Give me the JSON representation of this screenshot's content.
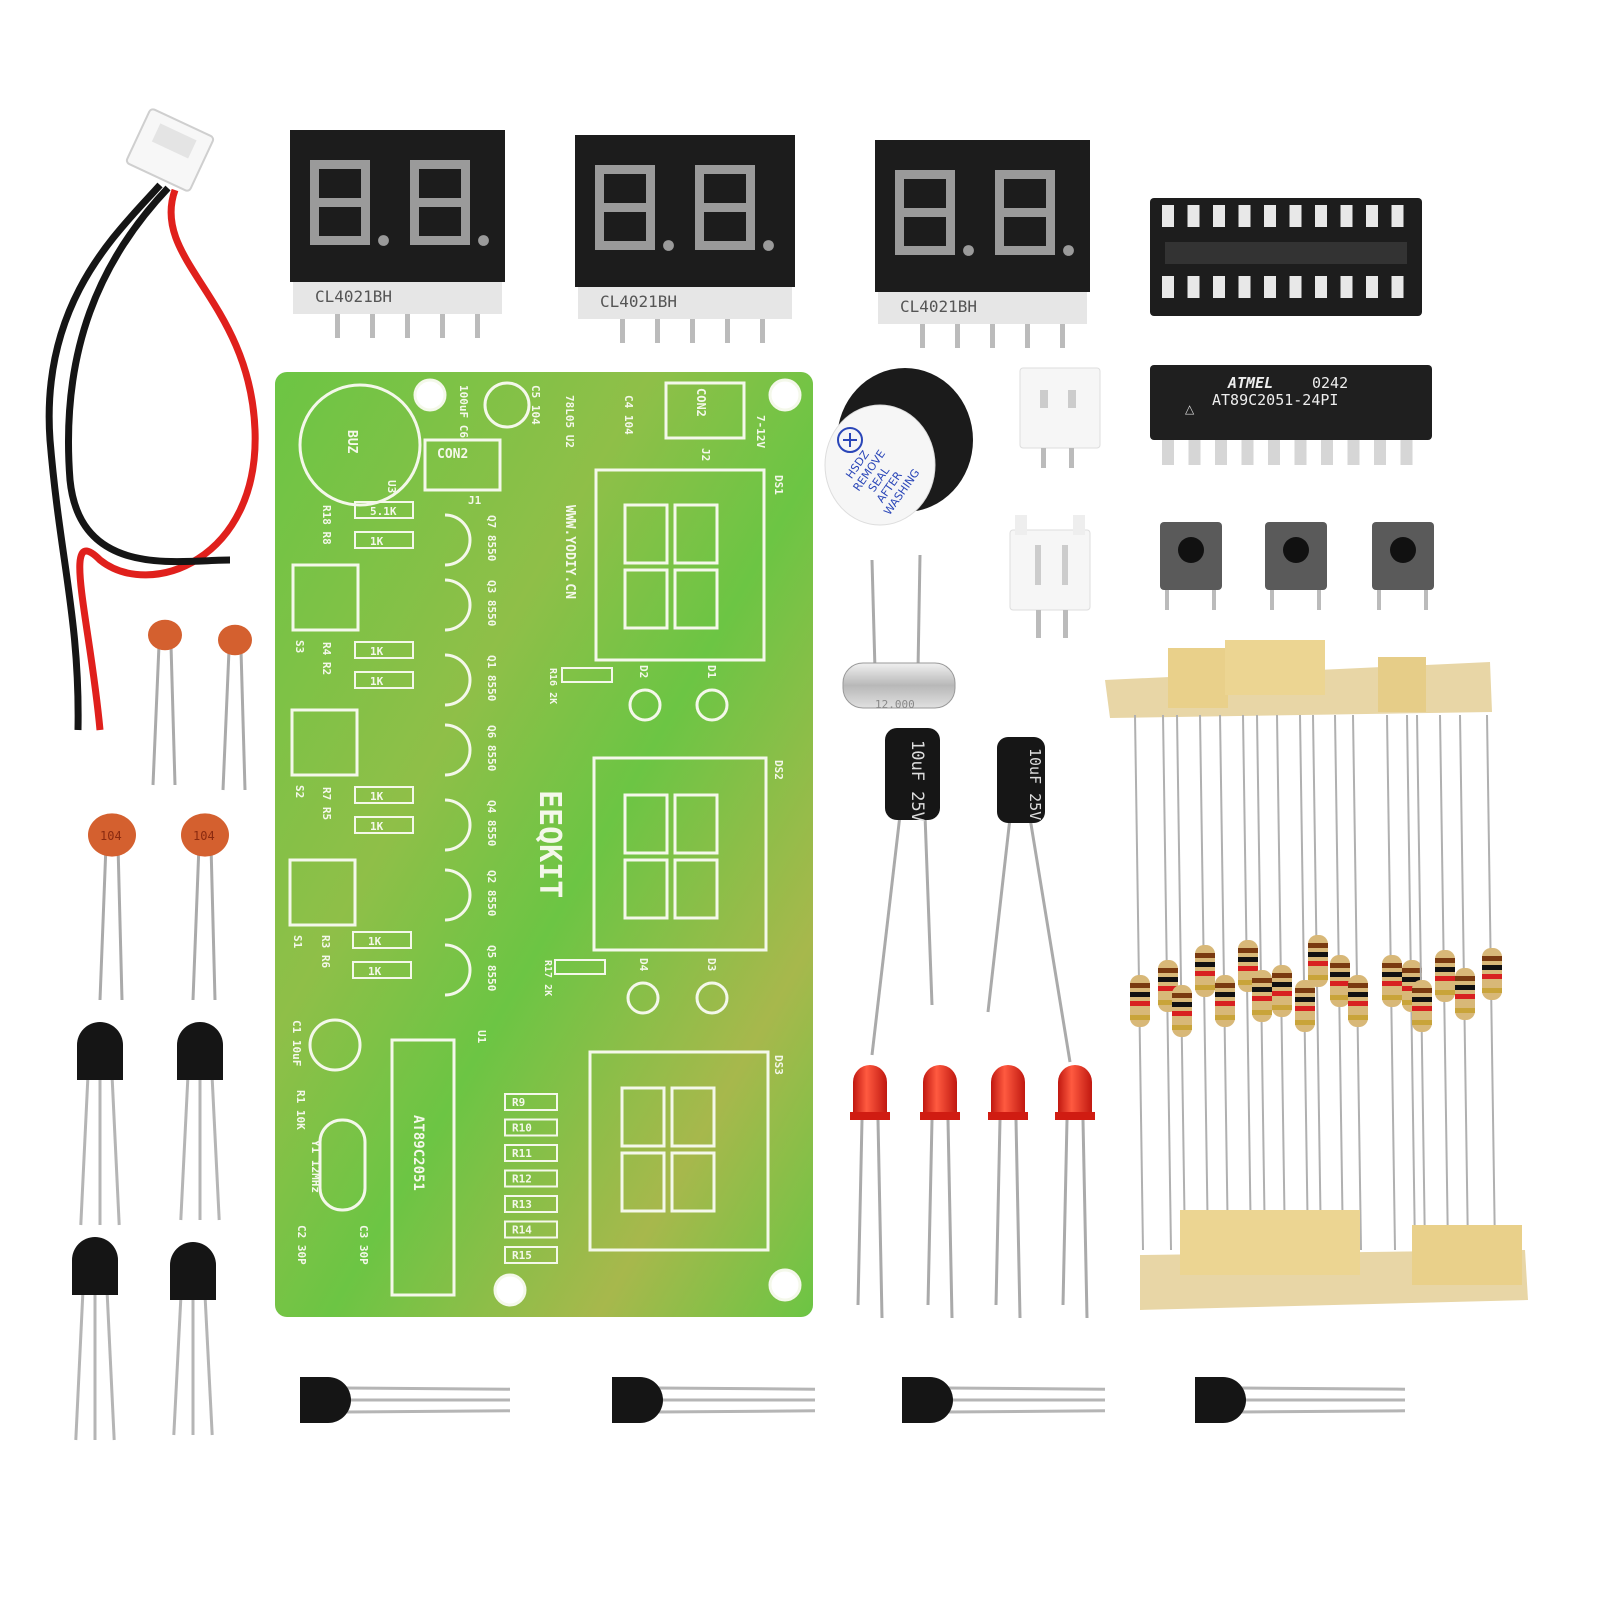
{
  "colors": {
    "background": "#ffffff",
    "pcb_green": "#6fc443",
    "pcb_yellowish": "#a9b84a",
    "silkscreen": "#f4f8ea",
    "display_black": "#1c1c1c",
    "led_red": "#e8231a",
    "wire_red": "#e0201c",
    "wire_black": "#151515",
    "ceramic_orange": "#d4602f",
    "tape_beige": "#e8d6a6",
    "buzzer_label_blue": "#2a46b8"
  },
  "displays": [
    {
      "label": "CL4021BH"
    },
    {
      "label": "CL4021BH"
    },
    {
      "label": "CL4021BH"
    }
  ],
  "ic_chip": {
    "brand": "ATMEL",
    "date_code": "0242",
    "part": "AT89C2051-24PI"
  },
  "buzzer": {
    "lines": [
      "HSDZ",
      "REMOVE",
      "SEAL",
      "AFTER",
      "WASHING"
    ]
  },
  "crystal": {
    "label": "12.000"
  },
  "ceramic_caps": {
    "label": "104"
  },
  "electrolytic_cap": {
    "label": "10uF 25V"
  },
  "pcb": {
    "brand": "EEQKIT",
    "url": "WWW.YODIY.CN",
    "mcu": "AT89C2051",
    "labels": {
      "buz": "BUZ",
      "con2_a": "CON2",
      "con2_b": "CON2",
      "j1": "J1",
      "j2": "J2",
      "c6": "100uF C6",
      "c5": "C5 104",
      "u2": "78L05 U2",
      "c4": "C4 104",
      "power": "7-12V",
      "ds1": "DS1",
      "ds2": "DS2",
      "ds3": "DS3",
      "u3": "U3",
      "u1": "U1",
      "r18r8": "R18 R8",
      "s3": "S3",
      "r4r2": "R4 R2",
      "s2": "S2",
      "r7r5": "R7 R5",
      "s1": "S1",
      "r3r6": "R3 R6",
      "q7": "Q7 8550",
      "q3": "Q3 8550",
      "q1": "Q1 8550",
      "q6": "Q6 8550",
      "q4": "Q4 8550",
      "q2": "Q2 8550",
      "q5": "Q5 8550",
      "d1": "D1",
      "d2": "D2",
      "d3": "D3",
      "d4": "D4",
      "r16": "R16 2K",
      "r17": "R17 2K",
      "c1": "C1 10uF",
      "r1": "R1 10K",
      "y1": "Y1 12MHz",
      "c2": "C2 30P",
      "c3": "C3 30P",
      "r_array": [
        "R9",
        "R10",
        "R11",
        "R12",
        "R13",
        "R14",
        "R15"
      ],
      "res_1k": "1K",
      "res_5k1": "5.1K"
    }
  }
}
